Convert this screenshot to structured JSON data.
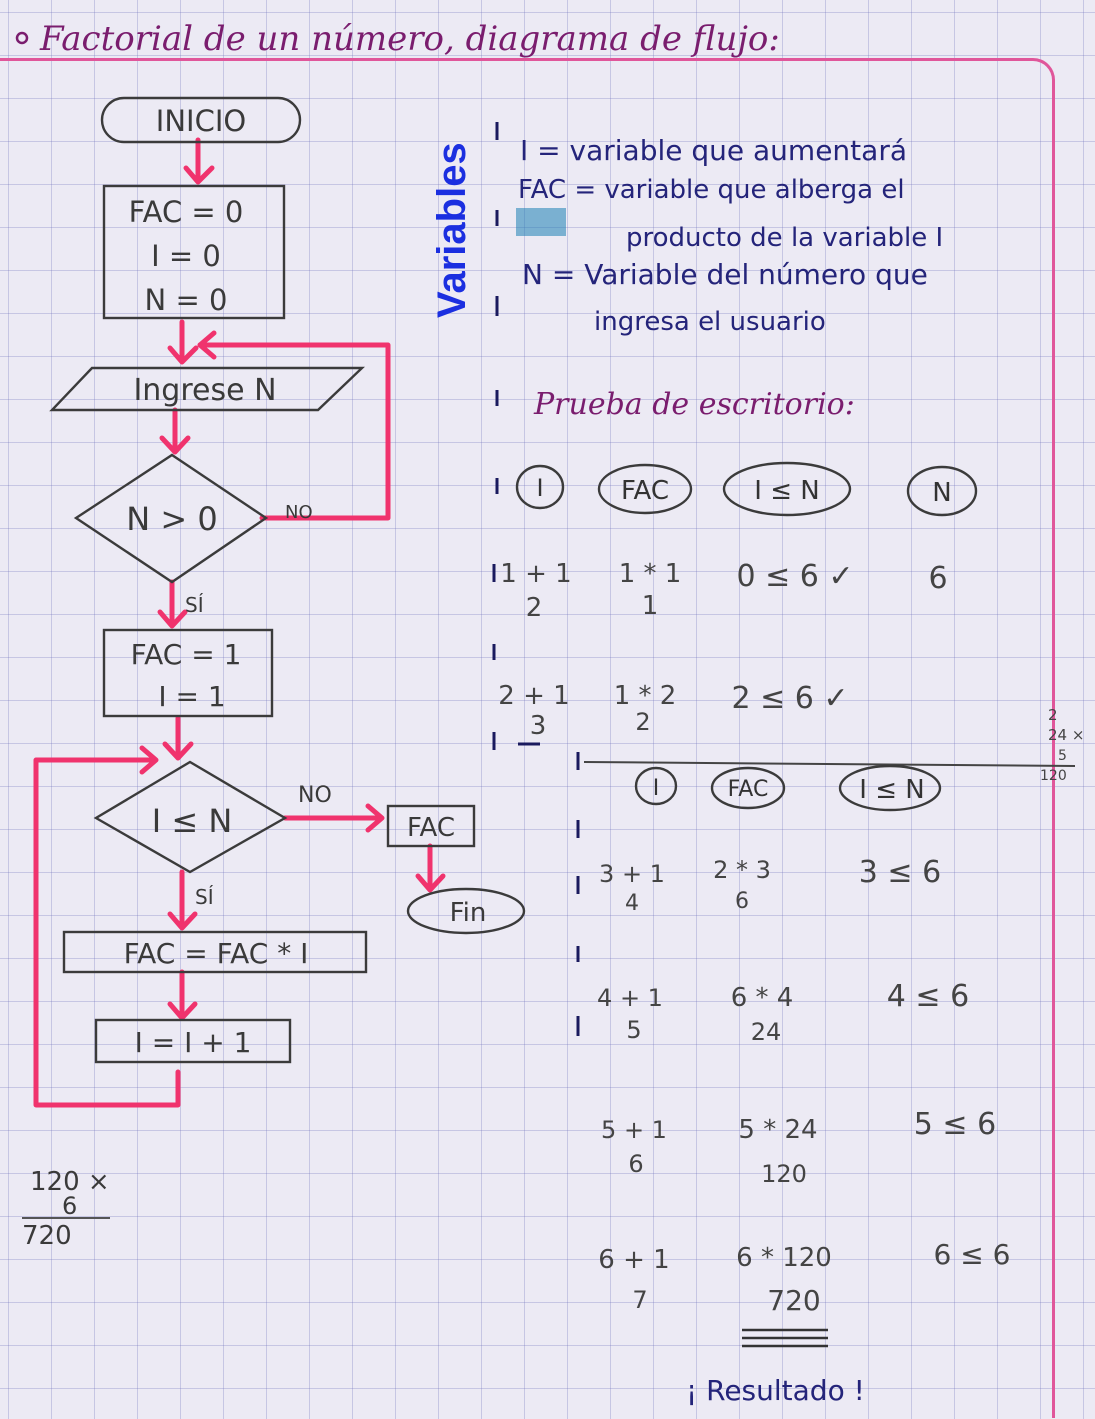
{
  "title": "Factorial de un número, diagrama de flujo:",
  "flowchart": {
    "inicio": "INICIO",
    "init": [
      "FAC = 0",
      "I = 0",
      "N = 0"
    ],
    "input": "Ingrese N",
    "decision1": "N > 0",
    "no_label_1": "NO",
    "si_label_1": "SÍ",
    "set": [
      "FAC = 1",
      "I = 1"
    ],
    "decision2": "I ≤ N",
    "no_label_2": "NO",
    "si_label_2": "SÍ",
    "output": "FAC",
    "fin": "Fin",
    "process1": "FAC = FAC * I",
    "process2": "I = I + 1"
  },
  "side_label": "Variables",
  "variables": {
    "line1": "I = variable que aumentará",
    "line2": "FAC = variable que alberga el",
    "line3": "producto de la variable I",
    "line4": "N = Variable del número que",
    "line5": "ingresa el usuario"
  },
  "desk_test": {
    "heading": "Prueba de escritorio:",
    "headers": [
      "I",
      "FAC",
      "I ≤ N",
      "N"
    ],
    "rows": [
      {
        "i_expr": "1 + 1",
        "i_val": "2",
        "fac_expr": "1 * 1",
        "fac_val": "1",
        "cmp": "0 ≤ 6 ✓",
        "n": "6"
      },
      {
        "i_expr": "2 + 1",
        "i_val": "3",
        "fac_expr": "1 * 2",
        "fac_val": "2",
        "cmp": "2 ≤ 6 ✓"
      }
    ],
    "headers2": [
      "I",
      "FAC",
      "I ≤ N"
    ],
    "rows2": [
      {
        "i_expr": "3 + 1",
        "i_val": "4",
        "fac_expr": "2 * 3",
        "fac_val": "6",
        "cmp": "3 ≤ 6"
      },
      {
        "i_expr": "4 + 1",
        "i_val": "5",
        "fac_expr": "6 * 4",
        "fac_val": "24",
        "cmp": "4 ≤ 6"
      },
      {
        "i_expr": "5 + 1",
        "i_val": "6",
        "fac_expr": "5 * 24",
        "fac_val": "120",
        "cmp": "5 ≤ 6"
      },
      {
        "i_expr": "6 + 1",
        "i_val": "7",
        "fac_expr": "6 * 120",
        "fac_val": "720",
        "cmp": "6 ≤ 6"
      }
    ],
    "result": "¡ Resultado !"
  },
  "scratch": {
    "mult_top": "120 ×",
    "mult_mid": "6",
    "mult_res": "720",
    "margin_note": [
      "2",
      "24 ×",
      "5",
      "120"
    ]
  },
  "colors": {
    "arrow": "#f0336d",
    "margin": "#e0569a",
    "variables_label": "#1b2fe0",
    "heading": "#7a1d6e"
  }
}
